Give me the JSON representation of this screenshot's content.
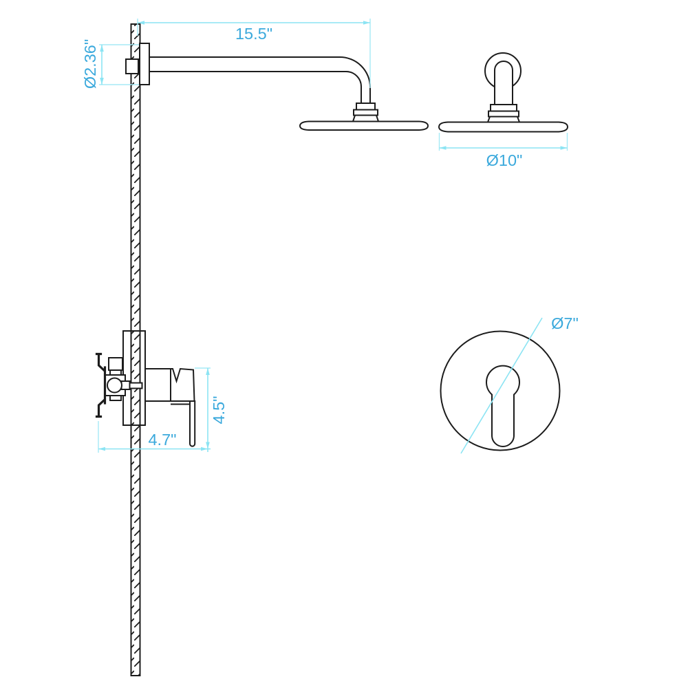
{
  "title": "Wall-mounted rain shower system installation dimension drawing",
  "colors": {
    "outline": "#1c1c1c",
    "dimension_line": "#8ce4f3",
    "dimension_text": "#3ba9dc",
    "background": "#ffffff"
  },
  "parts": {
    "wall": "hatched wall section",
    "shower_arm": "wall-mount shower arm with flange (side view)",
    "shower_head_side": "round rain shower head (side view)",
    "shower_head_front": "round rain shower head (front view)",
    "mixer_valve": "in-wall mixer valve body with lever handle (side view)",
    "trim_plate": "round valve trim plate with lever keyhole cutout (front view)"
  },
  "dimensions": {
    "arm_length": {
      "label": "15.5\"",
      "value": 15.5,
      "unit": "inch"
    },
    "arm_flange_diameter": {
      "label": "Ø2.36\"",
      "value": 2.36,
      "unit": "inch"
    },
    "head_diameter": {
      "label": "Ø10\"",
      "value": 10,
      "unit": "inch"
    },
    "plate_diameter": {
      "label": "Ø7\"",
      "value": 7,
      "unit": "inch"
    },
    "valve_width": {
      "label": "4.7\"",
      "value": 4.7,
      "unit": "inch"
    },
    "valve_height": {
      "label": "4.5\"",
      "value": 4.5,
      "unit": "inch"
    }
  }
}
